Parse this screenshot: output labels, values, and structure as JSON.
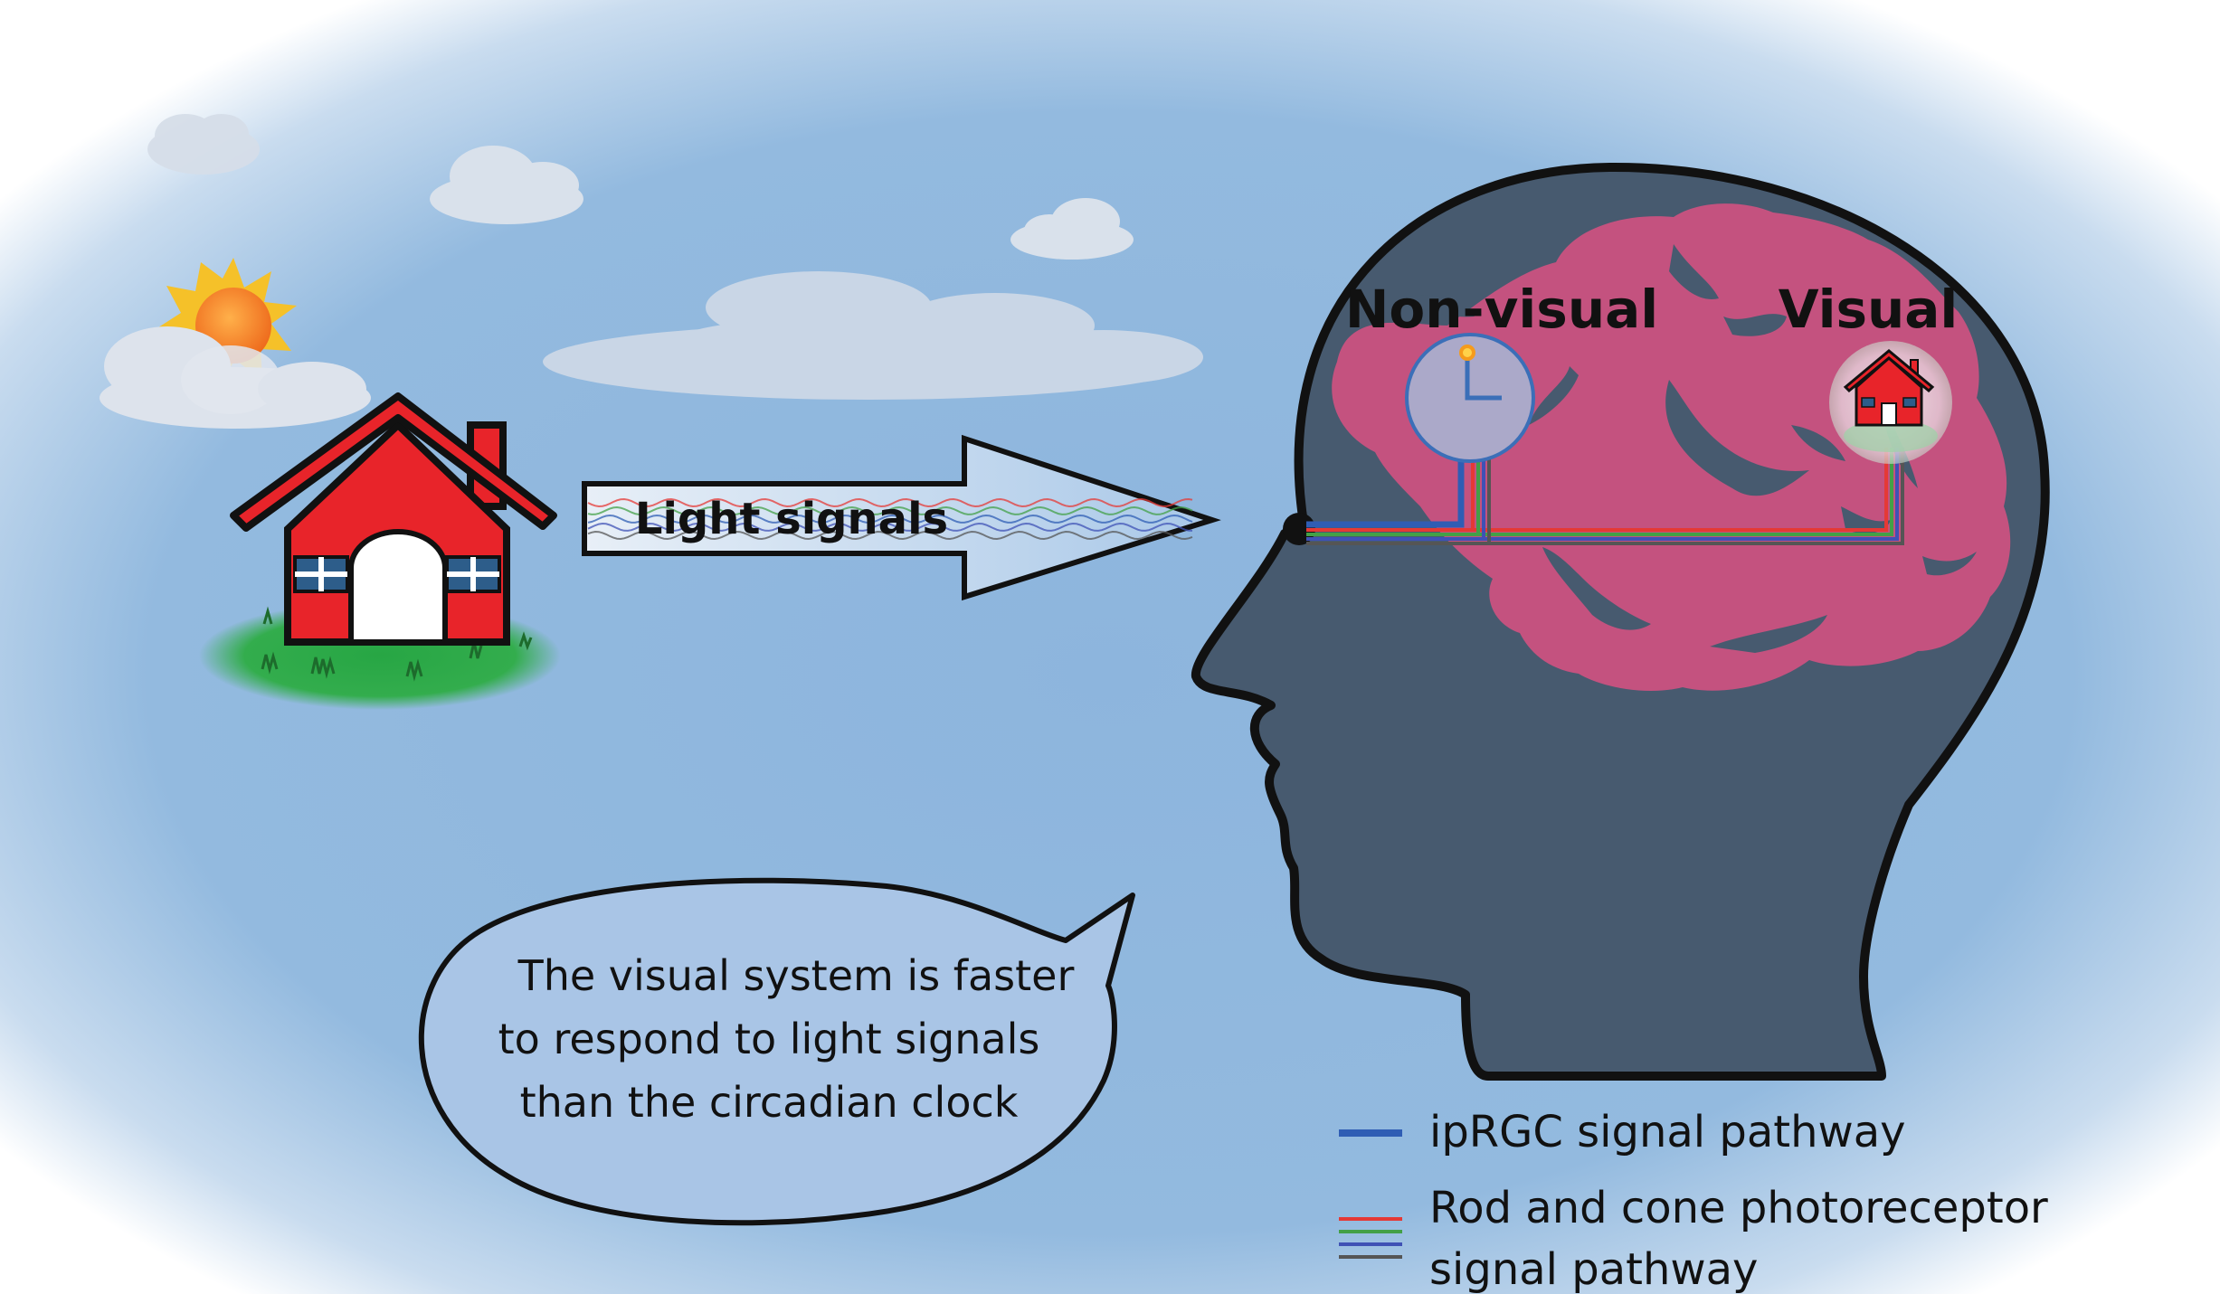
{
  "arrow": {
    "label": "Light signals"
  },
  "brain": {
    "non_visual_label": "Non-visual",
    "visual_label": "Visual"
  },
  "speech_bubble": {
    "line1": "The visual system is faster",
    "line2": "to respond to light signals",
    "line3": "than the circadian clock"
  },
  "legend": {
    "iprgc": "ipRGC signal pathway",
    "rod_cone_line1": "Rod and cone photoreceptor",
    "rod_cone_line2": "signal pathway"
  },
  "colors": {
    "sky": "#8fb6de",
    "brain": "#c4527f",
    "head": "#4a5a6e",
    "house_red": "#e8242a",
    "grass": "#2fa84a",
    "iprgc_blue": "#2f5db4",
    "path_red": "#e53935",
    "path_green": "#43a047",
    "path_blue": "#3f51b5",
    "path_gray": "#555555"
  }
}
